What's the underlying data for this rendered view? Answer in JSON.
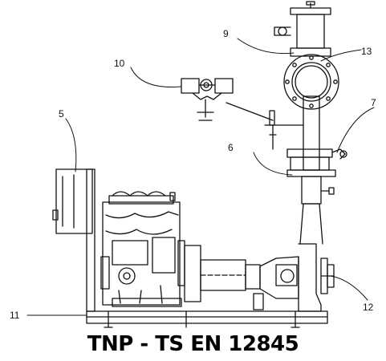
{
  "callouts": [
    {
      "id": "5",
      "label": "5"
    },
    {
      "id": "6",
      "label": "6"
    },
    {
      "id": "7",
      "label": "7"
    },
    {
      "id": "9",
      "label": "9"
    },
    {
      "id": "10",
      "label": "10"
    },
    {
      "id": "11",
      "label": "11"
    },
    {
      "id": "12",
      "label": "12"
    },
    {
      "id": "13",
      "label": "13"
    }
  ],
  "caption": "TNP - TS EN 12845",
  "colors": {
    "line": "#111111",
    "background": "#ffffff"
  }
}
